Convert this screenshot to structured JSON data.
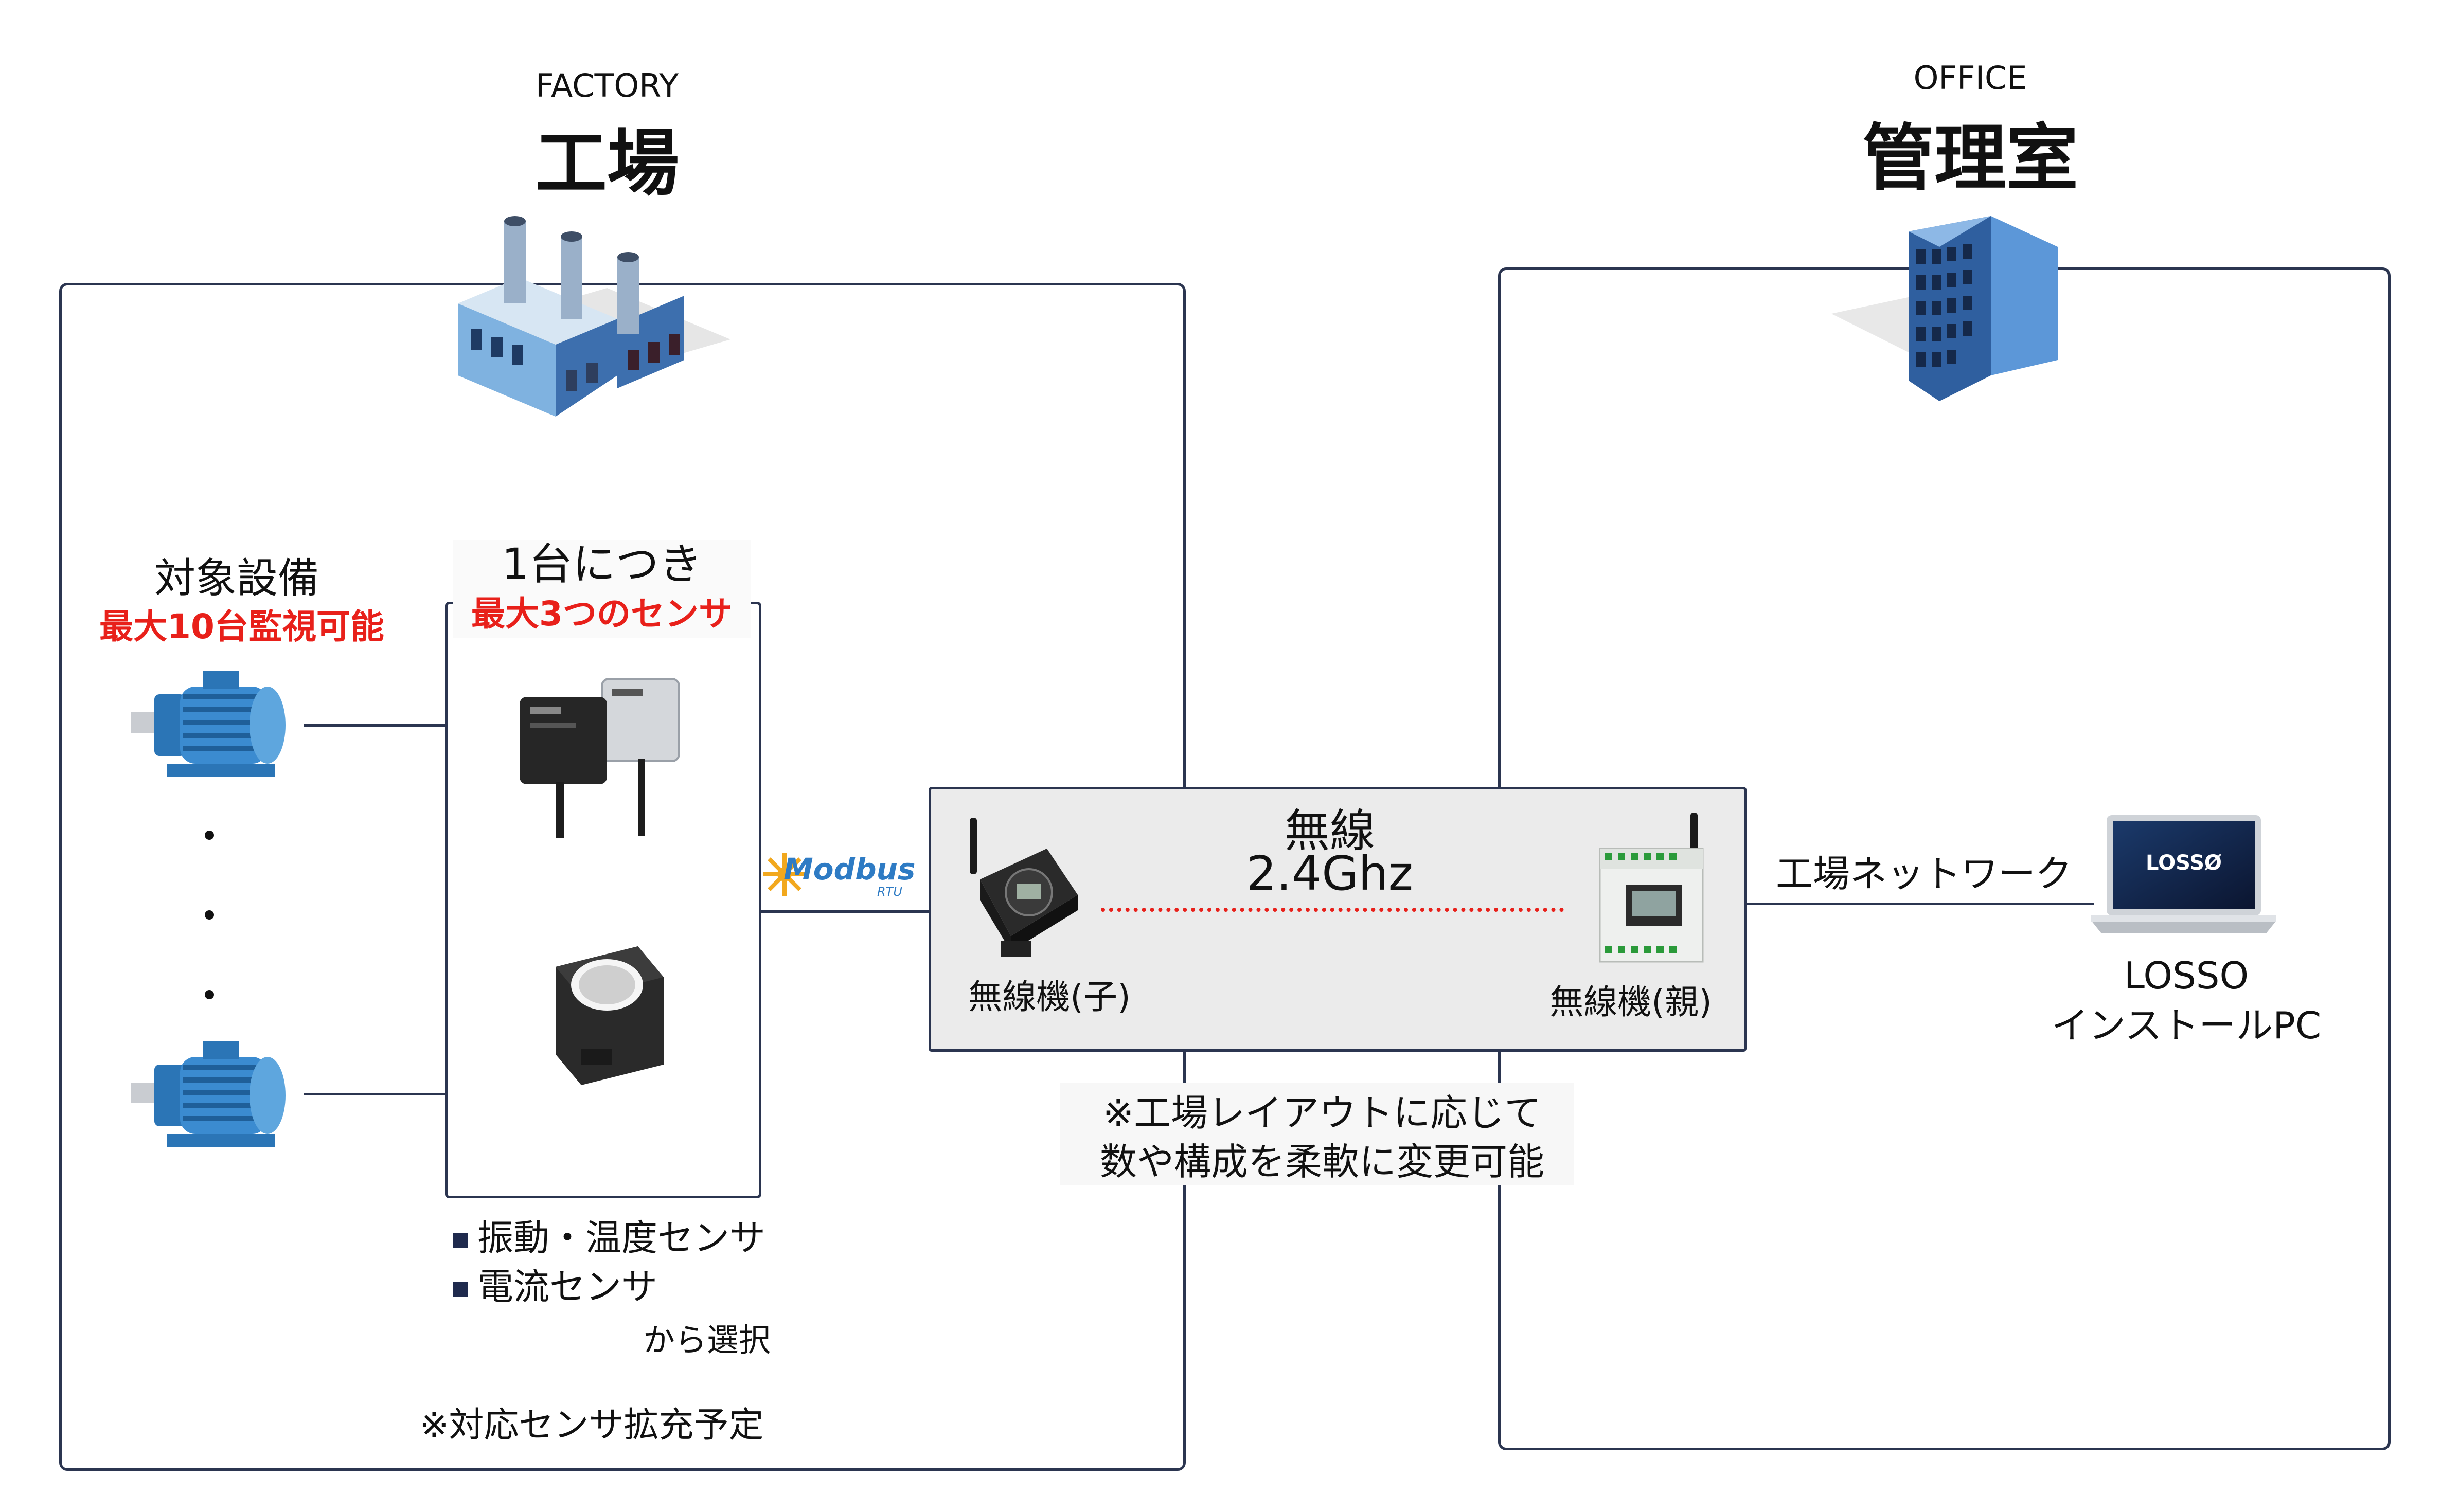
{
  "factory": {
    "label_en": "FACTORY",
    "label_jp": "工場",
    "equipment_title": "対象設備",
    "equipment_note": "最大10台監視可能",
    "sensor_title": "1台につき",
    "sensor_note": "最大3つのセンサ",
    "sensor_options": [
      "振動・温度センサ",
      "電流センサ"
    ],
    "sensor_options_suffix": "から選択",
    "expansion_note": "※対応センサ拡充予定",
    "protocol_logo": "Modbus",
    "protocol_sub": "RTU"
  },
  "office": {
    "label_en": "OFFICE",
    "label_jp": "管理室",
    "network_label": "工場ネットワーク",
    "pc_name": "LOSSO",
    "pc_label": "インストールPC",
    "screen_logo": "LOSSØ"
  },
  "wireless": {
    "title": "無線",
    "frequency": "2.4Ghz",
    "child_label": "無線機(子)",
    "parent_label": "無線機(親)",
    "layout_note_line1": "※工場レイアウトに応じて",
    "layout_note_line2": "数や構成を柔軟に変更可能"
  },
  "colors": {
    "accent_red": "#e8201a",
    "line": "#2b3550",
    "motor_blue": "#2f7fc0",
    "building_blue": "#3b74b8"
  }
}
